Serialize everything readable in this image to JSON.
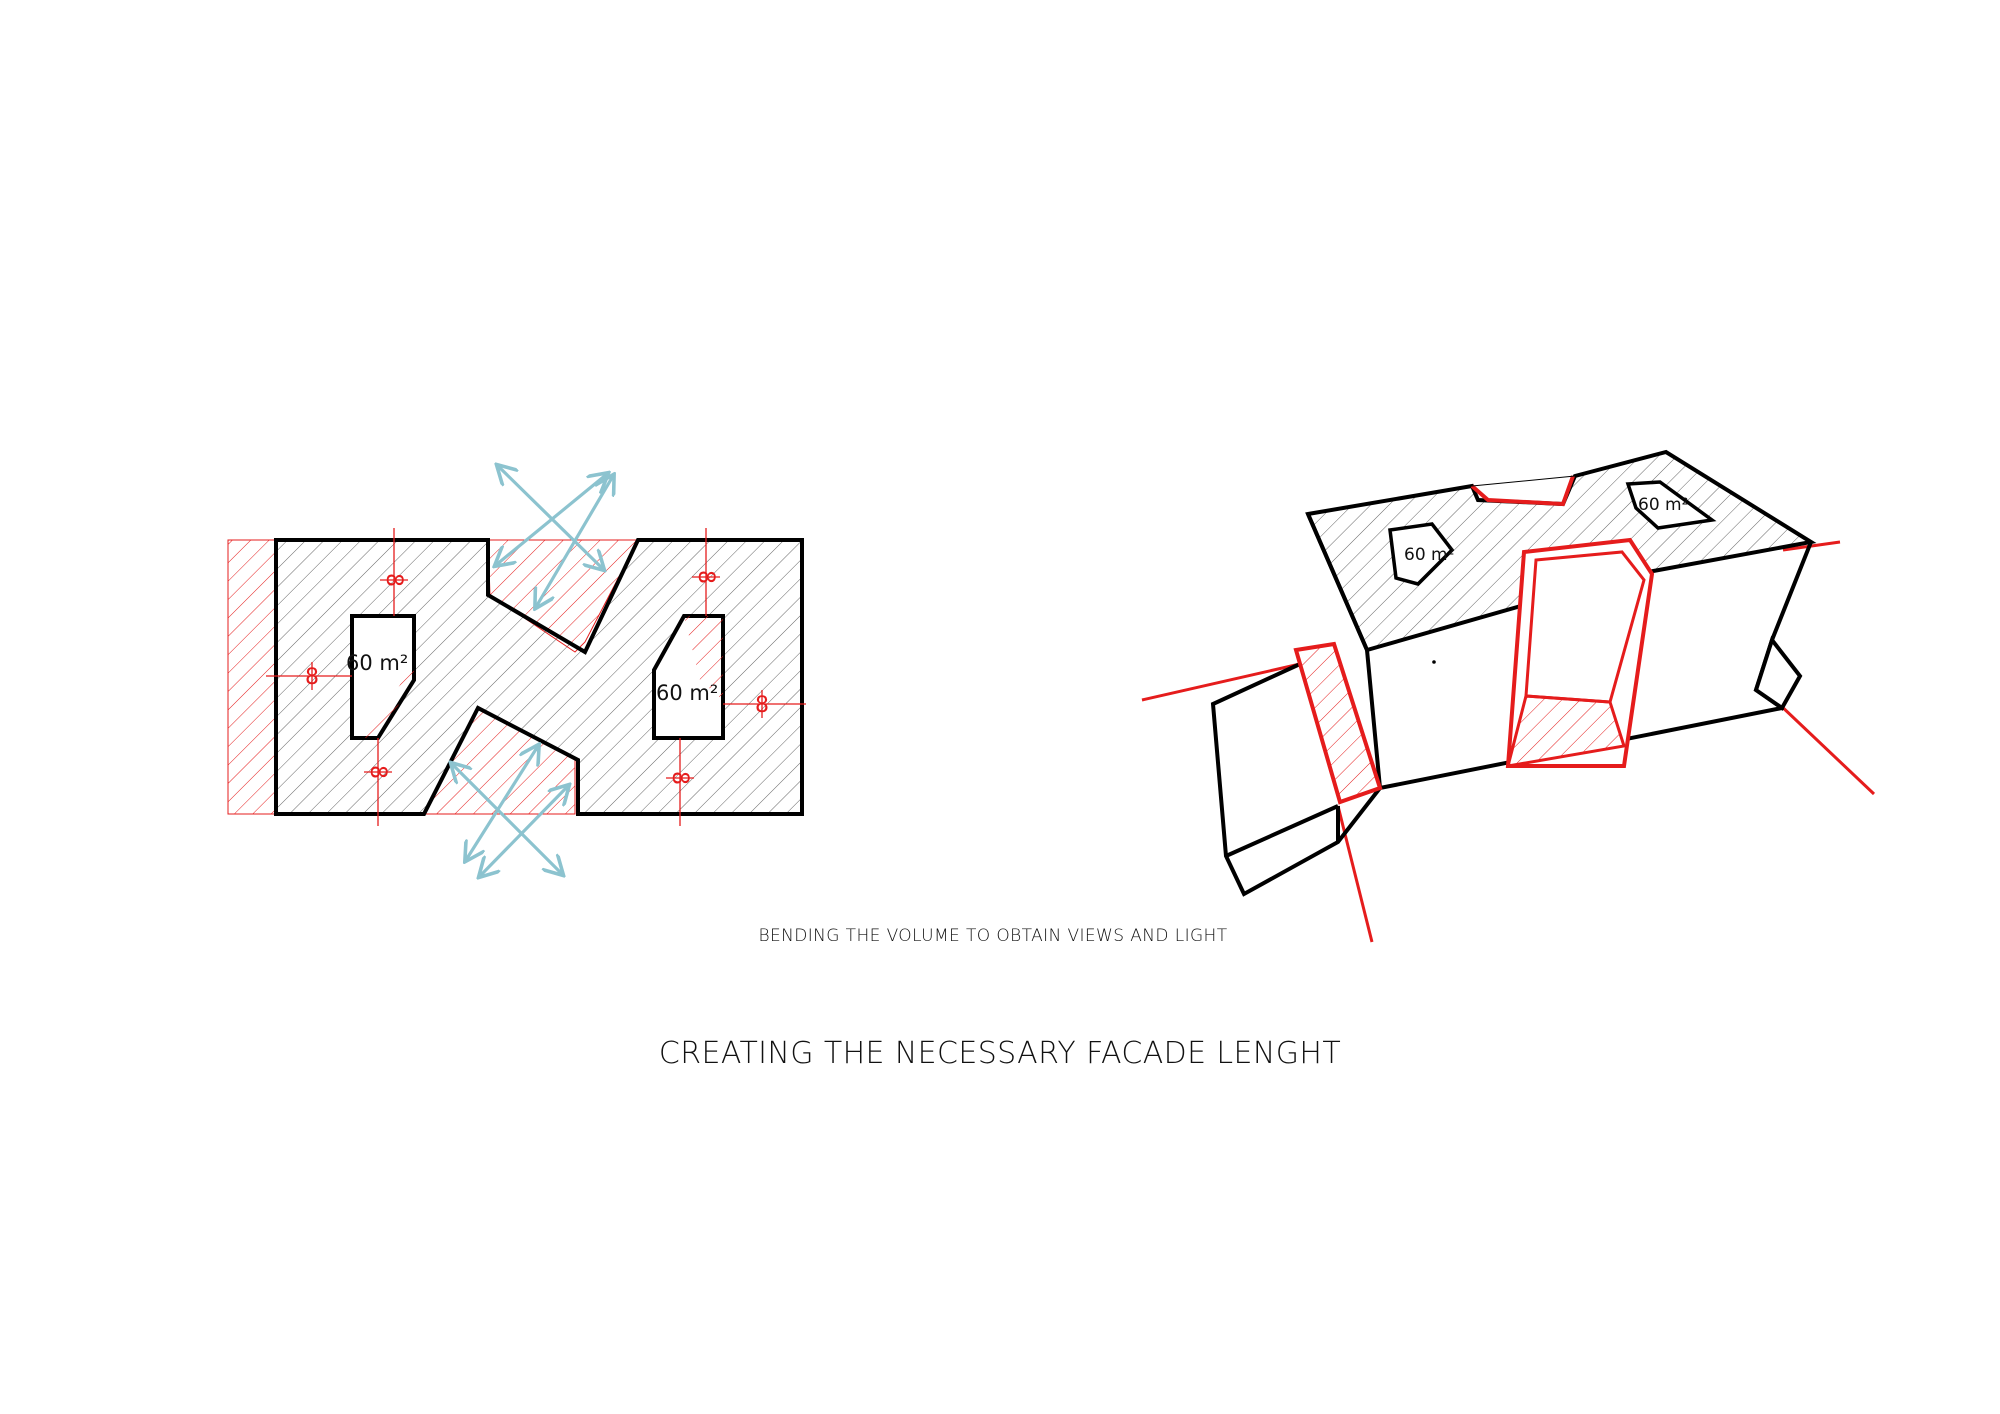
{
  "subtitle": "BENDING THE VOLUME TO OBTAIN VIEWS AND LIGHT",
  "title": "CREATING THE NECESSARY FACADE LENGHT",
  "plan": {
    "patio_left_area": "60 m²",
    "patio_right_area": "60 m²",
    "dimension_label": "8"
  },
  "axonometric": {
    "patio_left_area": "60 m²",
    "patio_right_area": "60 m²"
  },
  "colors": {
    "outline": "#000000",
    "highlight": "#e51c1c",
    "arrows": "#8cc3cf",
    "hatch": "#555555"
  }
}
